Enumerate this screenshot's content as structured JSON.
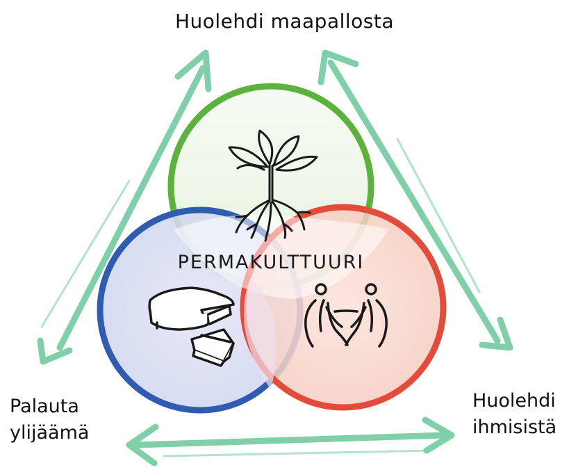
{
  "diagram": {
    "center_title": "PERMAKULTTUURI",
    "top_label": "Huolehdi maapallosta",
    "left_label": [
      "Palauta",
      "ylijäämä"
    ],
    "right_label": [
      "Huolehdi",
      "ihmisistä"
    ]
  },
  "colors": {
    "arrow": "#7fd0a8",
    "circle_top_stroke": "#5bb23c",
    "circle_top_fill": "#eef7ea",
    "circle_left_stroke": "#2f5bb0",
    "circle_left_fill": "#d9ddf2",
    "circle_right_stroke": "#e54b3a",
    "circle_right_fill": "#f8d6cc",
    "icon": "#1a1a1a"
  },
  "icons": {
    "top": "tree-roots-icon",
    "left": "cheese-wedge-icon",
    "right": "people-icon"
  }
}
